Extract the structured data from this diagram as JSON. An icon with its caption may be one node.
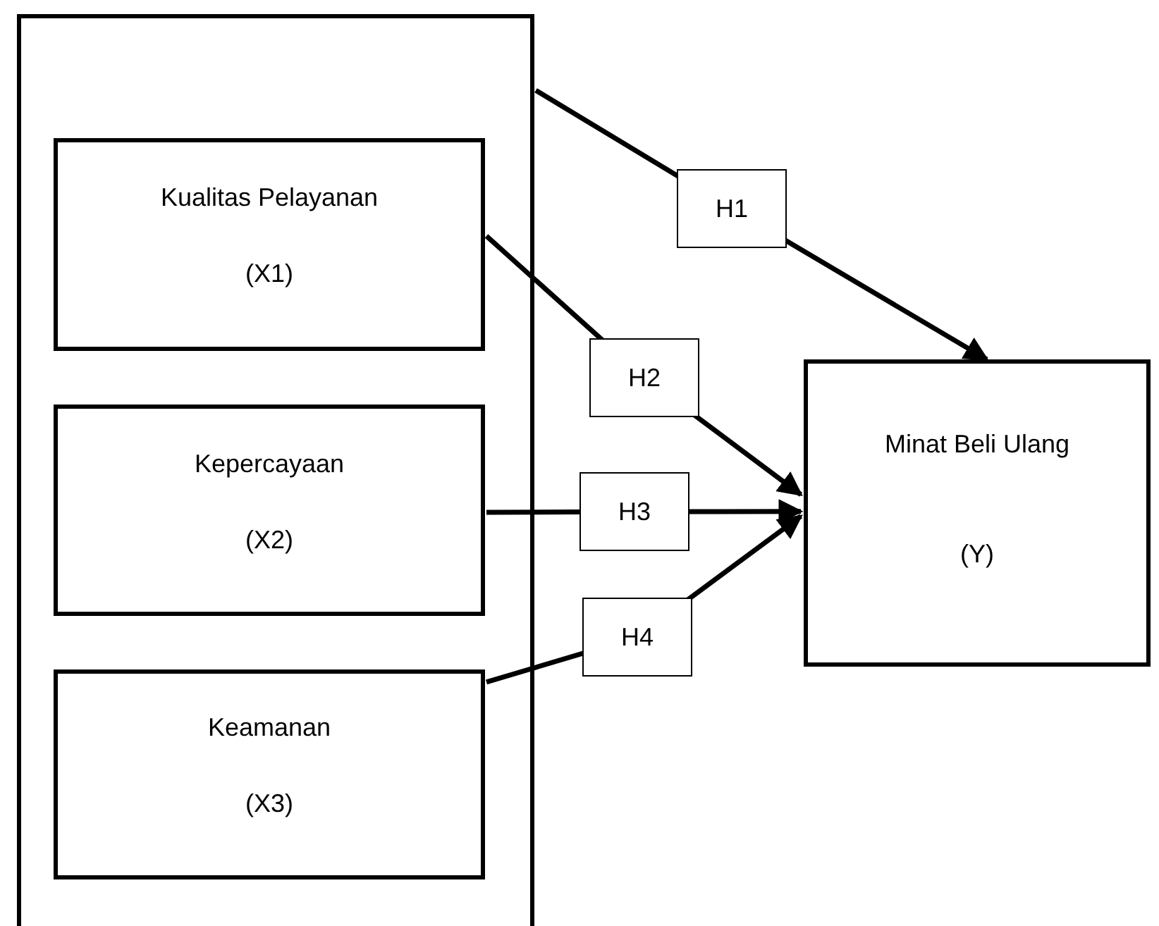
{
  "diagram": {
    "nodes": [
      {
        "text": [],
        "shape": "box"
      },
      {
        "text": [
          "Kualitas Pelayanan",
          "(X1)"
        ],
        "in": 0
      },
      {
        "text": [
          "Kepercayaan",
          "(X2)"
        ],
        "in": 0
      },
      {
        "text": [
          "Keamanan",
          "(X3)"
        ],
        "in": 0
      },
      {
        "text": [
          "Minat Beli Ulang",
          "(Y)"
        ]
      }
    ],
    "edges": [
      {
        "from": 0,
        "to": 4,
        "arrow": "to",
        "label": "H1"
      },
      {
        "from": 1,
        "to": 4,
        "arrow": "to",
        "label": "H2"
      },
      {
        "from": 2,
        "to": 4,
        "arrow": "to",
        "label": "H3"
      },
      {
        "from": 3,
        "to": 4,
        "arrow": "to",
        "label": "H4"
      }
    ]
  }
}
